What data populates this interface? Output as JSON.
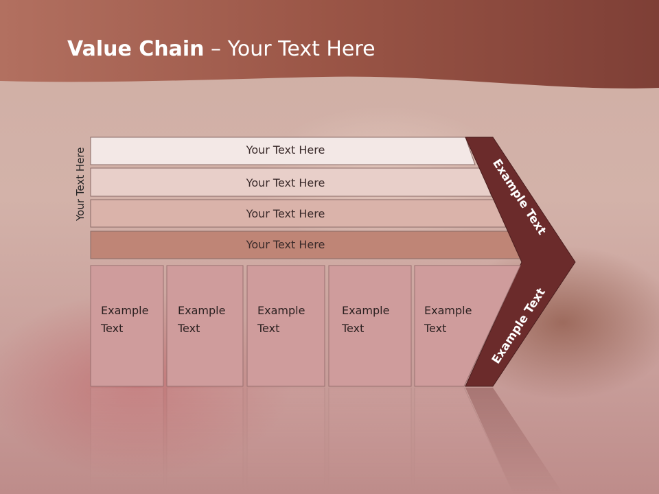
{
  "slide": {
    "title_bold": "Value Chain",
    "title_rest": " – Your Text Here",
    "side_label": "Your Text Here"
  },
  "rows": [
    {
      "label": "Your Text Here",
      "color": "#f3e8e6"
    },
    {
      "label": "Your Text Here",
      "color": "#e8cfc9"
    },
    {
      "label": "Your Text Here",
      "color": "#dab3aa"
    },
    {
      "label": "Your Text Here",
      "color": "#bf8576"
    }
  ],
  "boxes": [
    {
      "line1": "Example",
      "line2": "Text"
    },
    {
      "line1": "Example",
      "line2": "Text"
    },
    {
      "line1": "Example",
      "line2": "Text"
    },
    {
      "line1": "Example",
      "line2": "Text"
    },
    {
      "line1": "Example",
      "line2": "Text"
    }
  ],
  "chevron": {
    "upper_label": "Example Text",
    "lower_label": "Example Text",
    "color": "#6b2b2b"
  },
  "colors": {
    "title_band": "#8e4a3e",
    "box_fill": "#cf9c9c"
  }
}
